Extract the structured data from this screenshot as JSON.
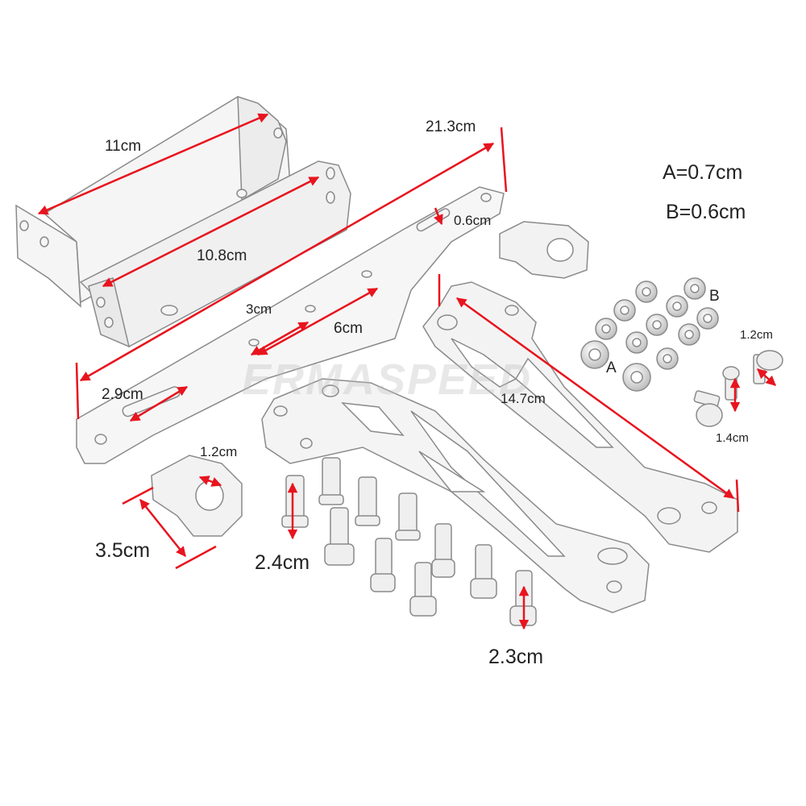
{
  "colors": {
    "dimension_arrow": "#e8141e",
    "part_outline": "#8a8a8a",
    "part_fill": "#f4f4f4",
    "label_text": "#222222"
  },
  "watermark": "ERMASPEED",
  "legend": {
    "a": "A=0.7cm",
    "b": "B=0.6cm"
  },
  "nut_labels": {
    "a": "A",
    "b": "B"
  },
  "dimensions": {
    "bracket_width": "11cm",
    "plate_length": "21.3cm",
    "bracket_inner": "10.8cm",
    "slot_width": "0.6cm",
    "hole_spacing_small": "3cm",
    "hole_spacing_large": "6cm",
    "slot_length": "2.9cm",
    "arm_length": "14.7cm",
    "small_bolt_head": "1.2cm",
    "small_bolt_length": "1.4cm",
    "spacer_hole": "1.2cm",
    "spacer_length": "3.5cm",
    "long_bolt_length": "2.4cm",
    "short_bolt_length": "2.3cm"
  }
}
